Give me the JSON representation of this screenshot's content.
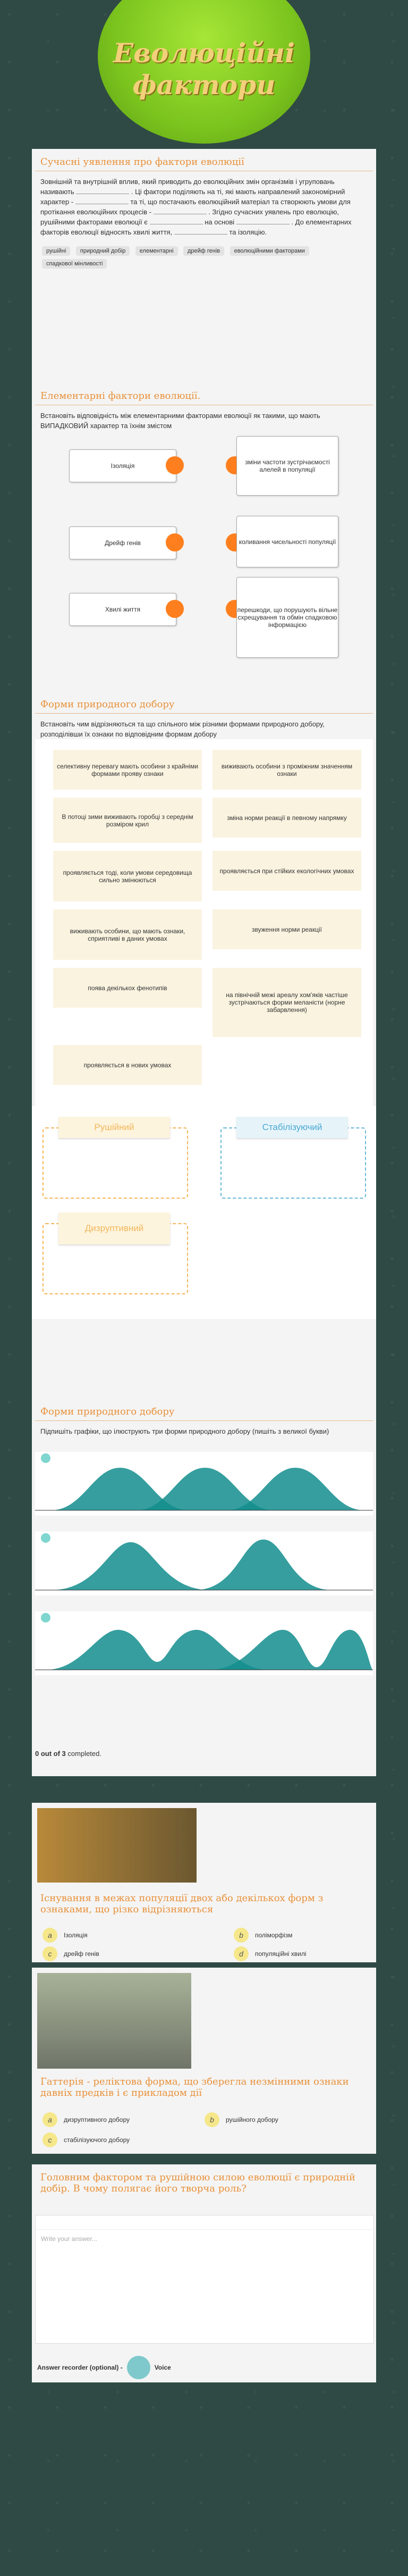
{
  "title": "Еволюційні фактори",
  "section1": {
    "heading": "Сучасні уявлення про фактори еволюції",
    "text_parts": [
      "Зовнішній та внутрішній вплив, який приводить до еволюційних змін організмів і угруповань називають",
      ". Ці фактори поділяють на ті, які мають направлений закономірний характер -",
      "та ті, що постачають еволюційний матеріал та створюють умови для протікання еволюційних процесів -",
      ". Згідно сучасних уявлень про еволюцію, рушійними факторами еволюції є",
      "на основі",
      ". До елементарних факторів еволюції відносять хвилі життя,",
      "та ізоляцію."
    ],
    "chips": [
      "рушійні",
      "природний добір",
      "елементарні",
      "дрейф генів",
      "еволюційними факторами",
      "спадкової мінливості"
    ]
  },
  "section2": {
    "heading": "Елементарні фактори еволюції.",
    "instruction": "Встановіть відповідність між елементарними факторами еволюції як такими, що мають ВИПАДКОВИЙ характер та їхнім змістом",
    "left": [
      "Ізоляція",
      "Дрейф генів",
      "Хвилі життя"
    ],
    "right": [
      "зміни частоти зустрічаємості алелей в популяції",
      "коливання чисельності популяції",
      "перешкоди, що порушують вільне схрещування та обмін спадковою інформацією"
    ]
  },
  "section3": {
    "heading": "Форми природного добору",
    "instruction": "Встановіть чим відрізняються та що спільного між різними формами природного добору, розподілівши їх ознаки по відповідним формам добору",
    "cells": [
      "селективну перевагу мають особини з крайніми формами прояву ознаки",
      "виживають особини з проміжним значенням ознаки",
      "В потоці зими виживають горобці з середнім розміром крил",
      "зміна норми реакції в певному напрямку",
      "проявляється тоді, коли умови середовища сильно змінюються",
      "проявляється при стійких екологічних умовах",
      "виживають особини, що мають ознаки, сприятливі в даних умовах",
      "звуження норми реакції",
      "поява декількох фенотипів",
      "на північній межі ареалу хом'яків частіше зустрічаються форми меланісти (норне забарвлення)",
      "проявляється в нових умовах"
    ],
    "targets": [
      "Рушійний",
      "Стабілізуючий",
      "Дизруптивний"
    ]
  },
  "section4": {
    "heading": "Форми природного добору",
    "instruction": "Підпишіть графіки, що ілюструють три форми природного добору (пишіть з великої букви)",
    "progress": "0 out of 3",
    "progress_suffix": " completed."
  },
  "q1": {
    "question": "Існування в межах популяції двох або декількох форм з ознаками, що різко відрізняються",
    "options": [
      {
        "l": "a",
        "t": "Ізоляція"
      },
      {
        "l": "b",
        "t": "поліморфізм"
      },
      {
        "l": "c",
        "t": "дрейф генів"
      },
      {
        "l": "d",
        "t": "популяційні хвилі"
      }
    ]
  },
  "q2": {
    "question": "Гаттерія - реліктова форма, що зберегла незмінними ознаки давніх предків і є прикладом дії",
    "options": [
      {
        "l": "a",
        "t": "дизруптивного добору"
      },
      {
        "l": "b",
        "t": "рушійного добору"
      },
      {
        "l": "c",
        "t": "стабілізуючого добору"
      }
    ]
  },
  "q3": {
    "question": "Головним фактором та рушійною силою еволюції є природній добір. В чому полягає його творча роль?",
    "placeholder": "Write your answer...",
    "recorder_label": "Answer recorder (optional) -",
    "voice_label": "Voice"
  },
  "colors": {
    "accent": "#e8913a",
    "green": "#7bc41e",
    "orange_dot": "#ff7f1e",
    "teal": "#138d8d"
  }
}
